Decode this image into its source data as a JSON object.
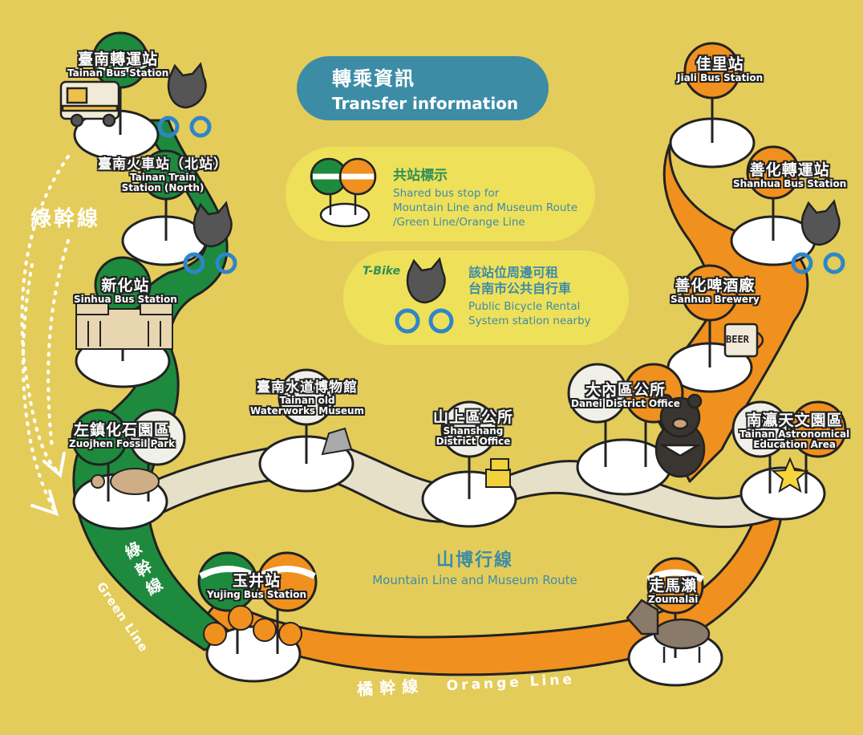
{
  "transfer": {
    "title_zh": "轉乘資訊",
    "title_en": "Transfer information"
  },
  "legend": {
    "shared": {
      "title_zh": "共站標示",
      "en_1": "Shared bus stop for",
      "en_2": "Mountain Line and Museum Route",
      "en_3": "/Green Line/Orange Line"
    },
    "bike": {
      "logo": "T-Bike",
      "zh_1": "該站位周邊可租",
      "zh_2": "台南市公共自行車",
      "en_1": "Public Bicycle Rental",
      "en_2": "System station nearby"
    }
  },
  "lines": {
    "green_zh": "綠幹線",
    "green_zh_vertical": "綠幹線",
    "green_en": "Green Line",
    "mountain_zh": "山博行線",
    "mountain_en": "Mountain Line and Museum Route",
    "orange_zh": "橘幹線",
    "orange_en": "Orange Line"
  },
  "stations": [
    {
      "zh": "臺南轉運站",
      "en": "Tainan Bus Station"
    },
    {
      "zh": "臺南火車站（北站）",
      "en_1": "Tainan Train",
      "en_2": "Station (North)"
    },
    {
      "zh": "新化站",
      "en": "Sinhua Bus Station"
    },
    {
      "zh": "左鎮化石園區",
      "en": "Zuojhen Fossil Park"
    },
    {
      "zh": "玉井站",
      "en": "Yujing Bus Station"
    },
    {
      "zh": "臺南水道博物館",
      "en_1": "Tainan old",
      "en_2": "Waterworks Museum"
    },
    {
      "zh": "山上區公所",
      "en_1": "Shanshang",
      "en_2": "District Office"
    },
    {
      "zh": "大內區公所",
      "en": "Danei District Office"
    },
    {
      "zh": "南瀛天文園區",
      "en_1": "Tainan Astronomical",
      "en_2": "Education Area"
    },
    {
      "zh": "走馬瀨",
      "en": "Zoumalai"
    },
    {
      "zh": "善化啤酒廠",
      "en": "Sanhua Brewery"
    },
    {
      "zh": "善化轉運站",
      "en": "Shanhua Bus Station"
    },
    {
      "zh": "佳里站",
      "en": "Jiali Bus Station"
    }
  ],
  "props": {
    "beer_text": "BEER"
  },
  "colors": {
    "background": "#e4cc5a",
    "green_line": "#1e8a3e",
    "orange_line": "#f0901e",
    "mountain_line": "#e6e0c8",
    "title_bubble": "#3d8ca6",
    "legend_bubble": "#efe05a",
    "line_label_teal": "#3d8ca6",
    "bike_blue": "#2e86c8"
  }
}
